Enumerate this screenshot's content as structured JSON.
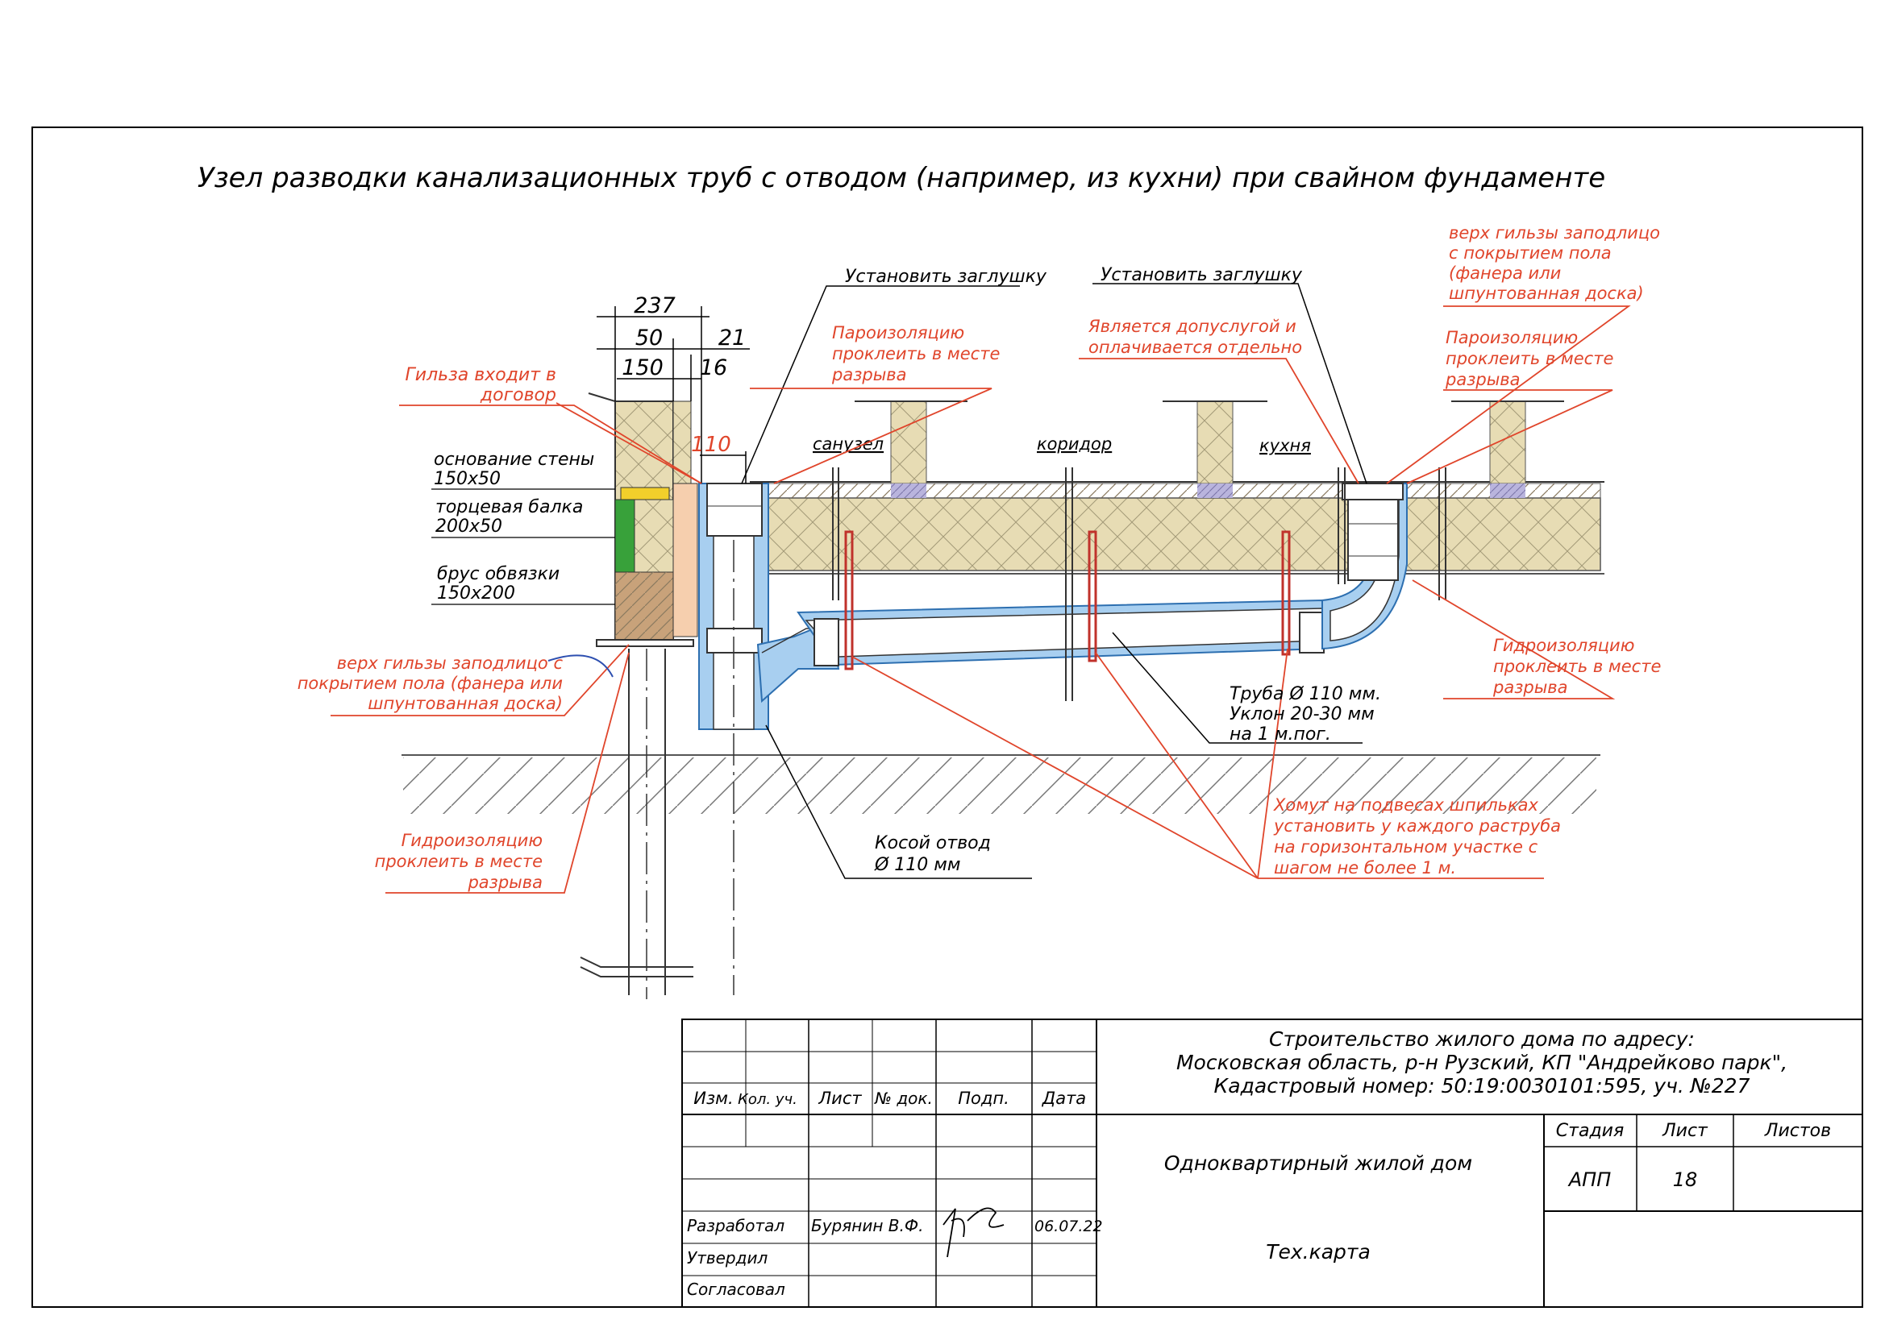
{
  "title": "Узел разводки канализационных труб с отводом (например, из кухни) при свайном фундаменте",
  "colors": {
    "annotation": "#e0452b",
    "insulation": "#e7dcb4",
    "pipe_blue": "#a8cff0",
    "clamp_red": "#c0322b",
    "green_block": "#38a13a",
    "yellow_block": "#f2cf2b",
    "orange_block": "#f6cfae",
    "timber_brown": "#c8a27a",
    "pad_purple": "#b9b4dd"
  },
  "dimensions": {
    "d237": "237",
    "d50": "50",
    "d21": "21",
    "d150": "150",
    "d16": "16",
    "d110": "110"
  },
  "wall_labels": {
    "osnovanie_1": "основание стены",
    "osnovanie_2": "150x50",
    "balka_1": "торцевая балка",
    "balka_2": "200x50",
    "brus_1": "брус обвязки",
    "brus_2": "150x200"
  },
  "annotations": {
    "gilza_1": "Гильза входит в",
    "gilza_2": "договор",
    "zaglushka_left": "Установить заглушку",
    "zaglushka_right": "Установить заглушку",
    "paro_left_1": "Пароизоляцию",
    "paro_left_2": "проклеить в месте",
    "paro_left_3": "разрыва",
    "dop_1": "Является допуслугой и",
    "dop_2": "оплачивается отдельно",
    "verh_top_1": "верх гильзы заподлицо",
    "verh_top_2": "с покрытием пола",
    "verh_top_3": "(фанера или",
    "verh_top_4": "шпунтованная доска)",
    "paro_right_1": "Пароизоляцию",
    "paro_right_2": "проклеить в месте",
    "paro_right_3": "разрыва",
    "verh_left_1": "верх гильзы заподлицо с",
    "verh_left_2": "покрытием пола (фанера или",
    "verh_left_3": "шпунтованная доска)",
    "gidro_right_1": "Гидроизоляцию",
    "gidro_right_2": "проклеить в месте",
    "gidro_right_3": "разрыва",
    "gidro_left_1": "Гидроизоляцию",
    "gidro_left_2": "проклеить в месте",
    "gidro_left_3": "разрыва",
    "truba_1": "Труба Ø 110 мм.",
    "truba_2": "Уклон 20-30 мм",
    "truba_3": "на 1 м.пог.",
    "kosoy_1": "Косой отвод",
    "kosoy_2": "Ø 110 мм",
    "homut_1": "Хомут на подвесах шпильках",
    "homut_2": "установить у каждого раструба",
    "homut_3": "на горизонтальном участке с",
    "homut_4": "шагом не более 1 м."
  },
  "rooms": {
    "sanuzel": "санузел",
    "koridor": "коридор",
    "kuhnya": "кухня"
  },
  "title_block": {
    "headers": {
      "izm": "Изм.",
      "kol": "Кол. уч.",
      "list": "Лист",
      "ndok": "№ док.",
      "podp": "Подп.",
      "data": "Дата"
    },
    "roles": {
      "razrab": "Разработал",
      "utverdil": "Утвердил",
      "soglasoval": "Согласовал"
    },
    "developer": "Бурянин В.Ф.",
    "date": "06.07.22",
    "project_1": "Строительство жилого дома по адресу:",
    "project_2": "Московская область, р-н Рузский, КП \"Андрейково парк\",",
    "project_3": "Кадастровый номер: 50:19:0030101:595, уч. №227",
    "building": "Одноквартирный жилой дом",
    "sheet_name": "Тех.карта",
    "col_stadiya": "Стадия",
    "col_list": "Лист",
    "col_listov": "Листов",
    "stadiya": "АПП",
    "list": "18",
    "listov": ""
  }
}
